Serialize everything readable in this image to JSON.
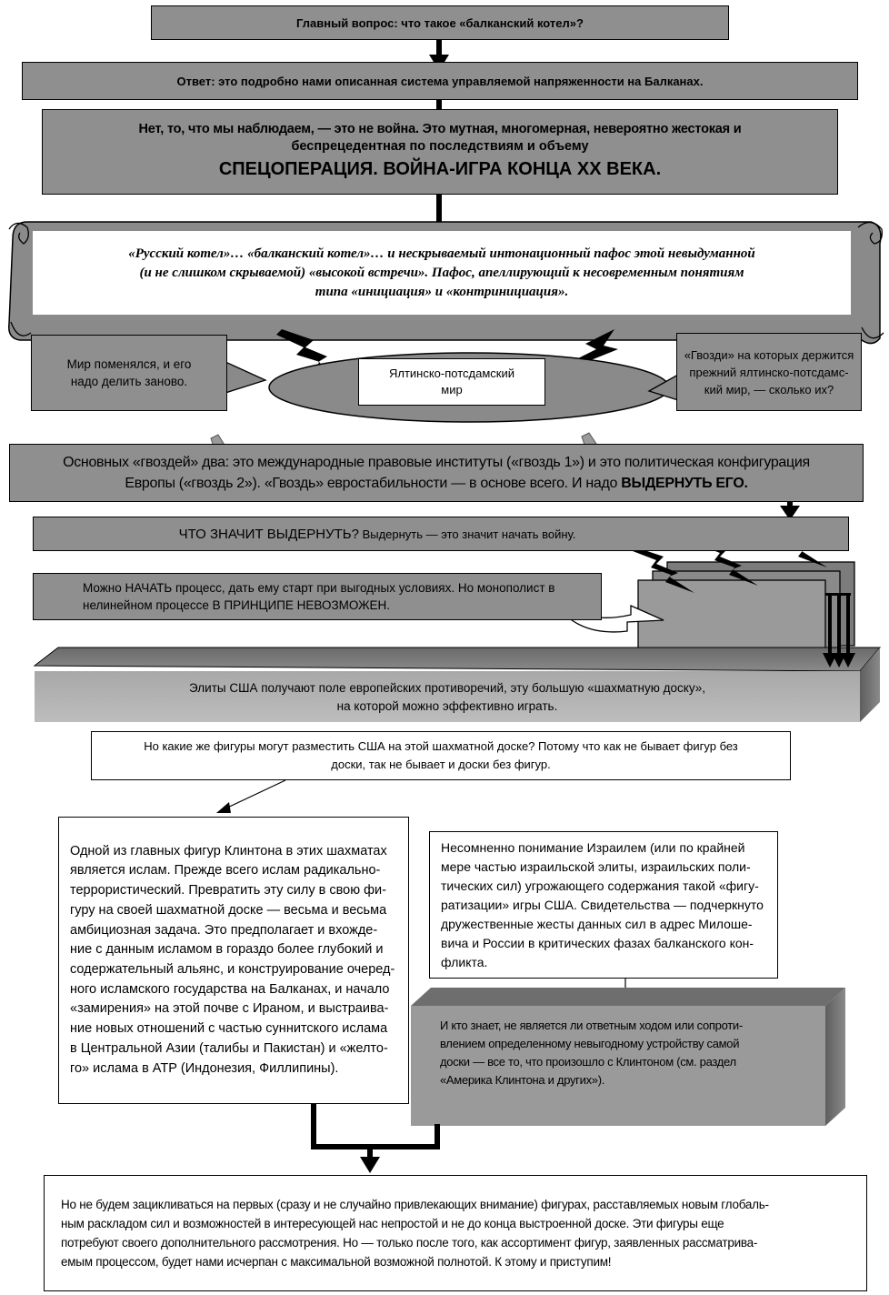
{
  "q_box": {
    "text": "Главный вопрос: что такое «балканский котел»?"
  },
  "answer_box": {
    "text": "Ответ: это подробно нами описанная система управляемой напряженности на Балканах."
  },
  "war_box": {
    "line1": "Нет, то, что мы наблюдаем, — это не война. Это мутная, многомерная, невероятно жестокая и",
    "line2": "беспрецедентная по последствиям и объему",
    "headline": "СПЕЦОПЕРАЦИЯ. ВОЙНА-ИГРА КОНЦА XX ВЕКА."
  },
  "scroll": {
    "line1": "«Русский котел»… «балканский котел»… и нескрываемый интонационный пафос этой невыдуманной",
    "line2": "(и не слишком скрываемой) «высокой встречи». Пафос, апеллирующий к несовременным понятиям",
    "line3": "типа «инициация» и «контринициация»."
  },
  "callout_left": {
    "line1": "Мир поменялся, и его",
    "line2": "надо делить заново."
  },
  "yalta": {
    "line1": "Ялтинско-потсдамский",
    "line2": "мир"
  },
  "callout_right": {
    "line1": "«Гвозди» на которых держится",
    "line2": "прежний ялтинско-потсдамс-",
    "line3": "кий мир, — сколько их?"
  },
  "nails_box": {
    "line1": "Основных «гвоздей» два:  это международные правовые институты («гвоздь 1») и  это политическая конфигурация",
    "line2_plain": "Европы («гвоздь 2»). «Гвоздь» евростабильности — в основе всего. И надо ",
    "line2_bold": "ВЫДЕРНУТЬ ЕГО."
  },
  "pull_box": {
    "caps": "ЧТО ЗНАЧИТ ВЫДЕРНУТЬ?",
    "rest": " Выдернуть — это значит начать войну."
  },
  "start_box": {
    "line1": "Можно НАЧАТЬ процесс, дать ему старт при выгодных условиях. Но монополист в",
    "line2": "нелинейном процессе В ПРИНЦИПЕ НЕВОЗМОЖЕН."
  },
  "board": {
    "line1": "Элиты США получают поле европейских противоречий, эту большую «шахматную доску»,",
    "line2": "на которой можно эффективно играть."
  },
  "figures_q": {
    "line1": "Но какие же фигуры могут разместить США на этой шахматной доске? Потому что как не бывает фигур без",
    "line2": "доски, так не бывает и доски без фигур."
  },
  "islam_box": {
    "lines": [
      "Одной из главных фигур Клинтона в этих шахматах",
      "является ислам. Прежде всего ислам радикально-",
      "террористический. Превратить эту силу в свою фи-",
      "гуру на своей шахматной доске — весьма и весьма",
      "амбициозная задача. Это предполагает и вхожде-",
      "ние с данным исламом в гораздо более глубокий и",
      "содержательный альянс, и конструирование очеред-",
      "ного исламского государства на Балканах, и начало",
      "«замирения» на этой почве с Ираном, и выстраива-",
      "ние новых отношений с частью суннитского ислама",
      "в Центральной Азии (талибы и Пакистан) и «желто-",
      "го» ислама в АТР (Индонезия, Филлипины)."
    ]
  },
  "israel_box": {
    "lines": [
      " Несомненно понимание Израилем (или по крайней",
      "мере частью израильской элиты, израильских поли-",
      "тических сил) угрожающего содержания такой «фигу-",
      "ратизации» игры США. Свидетельства — подчеркнуто",
      "дружественные жесты данных сил в адрес Милоше-",
      "вича и России в критических фазах балканского кон-",
      "фликта."
    ]
  },
  "response_box": {
    "lines": [
      "И кто знает, не является ли ответным ходом или сопроти-",
      "влением определенному невыгодному устройству самой",
      "доски — все то, что произошло с Клинтоном (см. раздел",
      "«Америка Клинтона и других»)."
    ]
  },
  "final_box": {
    "lines": [
      "Но не будем зацикливаться на первых (сразу и не случайно привлекающих внимание) фигурах, расставляемых новым глобаль-",
      "ным раскладом сил и возможностей в интересующей нас непростой и не до конца выстроенной доске. Эти фигуры еще",
      "потребуют своего дополнительного рассмотрения. Но — только после того, как ассортимент фигур, заявленных рассматрива-",
      "емым процессом, будет нами исчерпан с максимальной возможной полнотой. К этому и приступим!"
    ]
  }
}
